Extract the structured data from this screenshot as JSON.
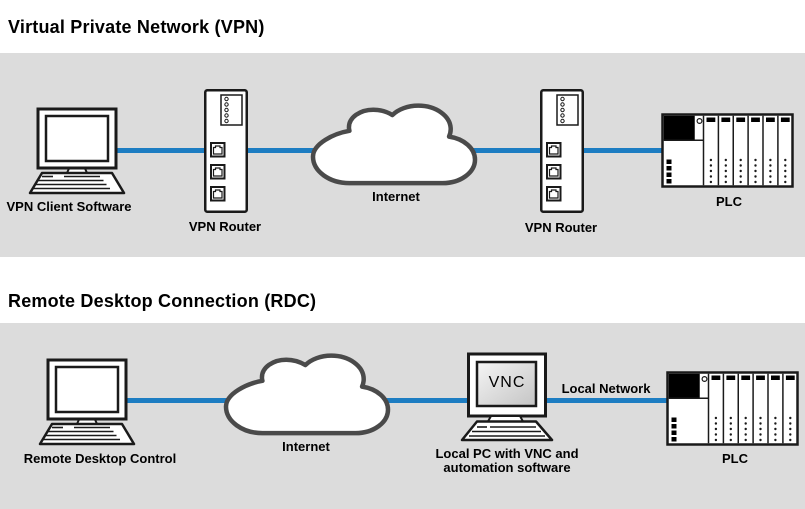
{
  "vpn": {
    "title": "Virtual Private Network (VPN)",
    "client_label": "VPN Client Software",
    "router1_label": "VPN Router",
    "cloud_label": "Internet",
    "router2_label": "VPN Router",
    "plc_label": "PLC"
  },
  "rdc": {
    "title": "Remote Desktop Connection (RDC)",
    "control_label": "Remote Desktop Control",
    "cloud_label": "Internet",
    "vnc_screen_label": "VNC",
    "network_label": "Local Network",
    "local_pc_label_line1": "Local PC with VNC and",
    "local_pc_label_line2": "automation software",
    "plc_label": "PLC"
  },
  "colors": {
    "band_background": "#dcdcdc",
    "connection_line": "#1d7dc2",
    "device_outline": "#1a1a1a",
    "cloud_outline": "#4a4a4a"
  }
}
